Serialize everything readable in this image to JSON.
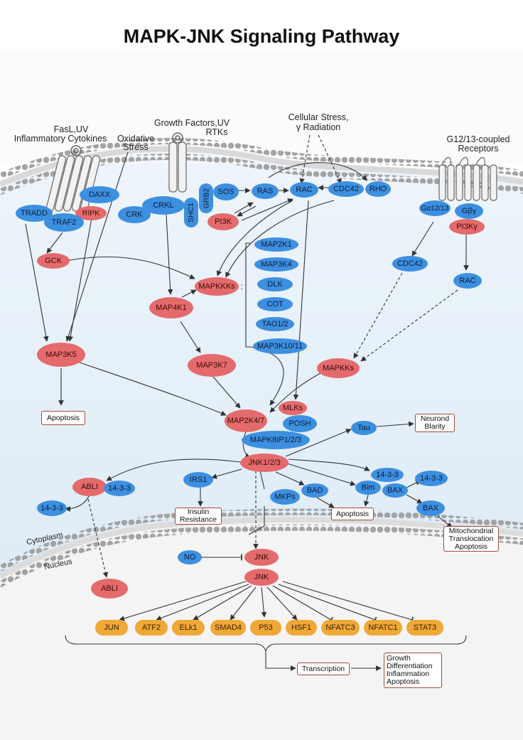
{
  "title": "MAPK-JNK Signaling Pathway",
  "colors": {
    "receptor_blue": "#3d8fe0",
    "kinase_red": "#e46a6c",
    "transcription_factor_orange": "#f0a836",
    "outcome_box_border": "#a04a3a",
    "membrane_bead": "#a0a0a0"
  },
  "stimuli": {
    "fasl_uv": "FasL,UV",
    "inflammatory_cytokines": "Inflammatory Cytokines",
    "oxidative": "Oxidative",
    "stress": "Stress",
    "growth_factors_uv": "Growth Factors,UV",
    "rtks": "RTKs",
    "cellular_stress": "Cellular Stress,",
    "gamma_radiation": "γ Radiation",
    "g_coupled_1": "G12/13-coupled",
    "g_coupled_2": "Receptors"
  },
  "compartments": {
    "cytoplasm": "Cytoplasm",
    "nucleus": "Nucleus"
  },
  "nodes": {
    "tradd": "TRADD",
    "daxx": "DAXX",
    "ripk": "RIPK",
    "traf2": "TRAF2",
    "gck": "GCK",
    "crk": "CRK",
    "crkl": "CRKL",
    "shc1": "SHC1",
    "grb2": "GRB2",
    "sos": "SOS",
    "pi3k": "PI3K",
    "ras": "RAS",
    "rac": "RAC",
    "cdc42": "CDC42",
    "rho": "RHO",
    "galpha": "Gα12/13",
    "gbetagamma": "Gβγ",
    "pi3kgamma": "PI3Kγ",
    "cdc42_right": "CDC42",
    "rac_right": "RAC",
    "map2k1": "MAP2K1",
    "map3k4": "MAP3K4",
    "dlk": "DLK",
    "cot": "COT",
    "tao12": "TAO1/2",
    "map3k1011": "MAP3K10/11",
    "mapkkks": "MAPKKKs",
    "mapkkks_colon": ":",
    "map4k1": "MAP4K1",
    "map3k5": "MAP3K5",
    "map3k7": "MAP3K7",
    "mapkks": "MAPKKs",
    "mlks": "MLKs",
    "map2k47": "MAP2K4/7",
    "posh": "POSH",
    "mapk8ip": "MAPK8IP1/2/3",
    "tau": "Tau",
    "jnk123": "JNK1/2/3",
    "abli": "ABLI",
    "f1433_a": "14-3-3",
    "f1433_b": "14-3-3",
    "irs1": "IRS1",
    "mkps": "MKPs",
    "bad": "BAD",
    "bim": "Bim",
    "f1433_c": "14-3-3",
    "bax": "BAX",
    "f1433_d": "14-3-3",
    "bax2": "BAX",
    "no": "NO",
    "jnk_a": "JNK",
    "jnk_b": "JNK",
    "abli_nuc": "ABLI"
  },
  "transcription_factors": [
    "JUN",
    "ATF2",
    "ELk1",
    "SMAD4",
    "P53",
    "HSF1",
    "NFATC3",
    "NFATC1",
    "STAT3"
  ],
  "outcomes": {
    "apoptosis_left": "Apoptosis",
    "neuron_polarity": [
      "Neurond",
      "Blarity"
    ],
    "insulin_resistance": [
      "Insulin",
      "Resistance"
    ],
    "apoptosis_mid": "Apoptosis",
    "mitochondrial": [
      "Mitochondrial",
      "Translocation",
      "Apoptosis"
    ],
    "transcription": "Transcription",
    "cell_fates": [
      "Growth",
      "Differentiation",
      "Inflammation",
      "Apoptosis"
    ]
  }
}
